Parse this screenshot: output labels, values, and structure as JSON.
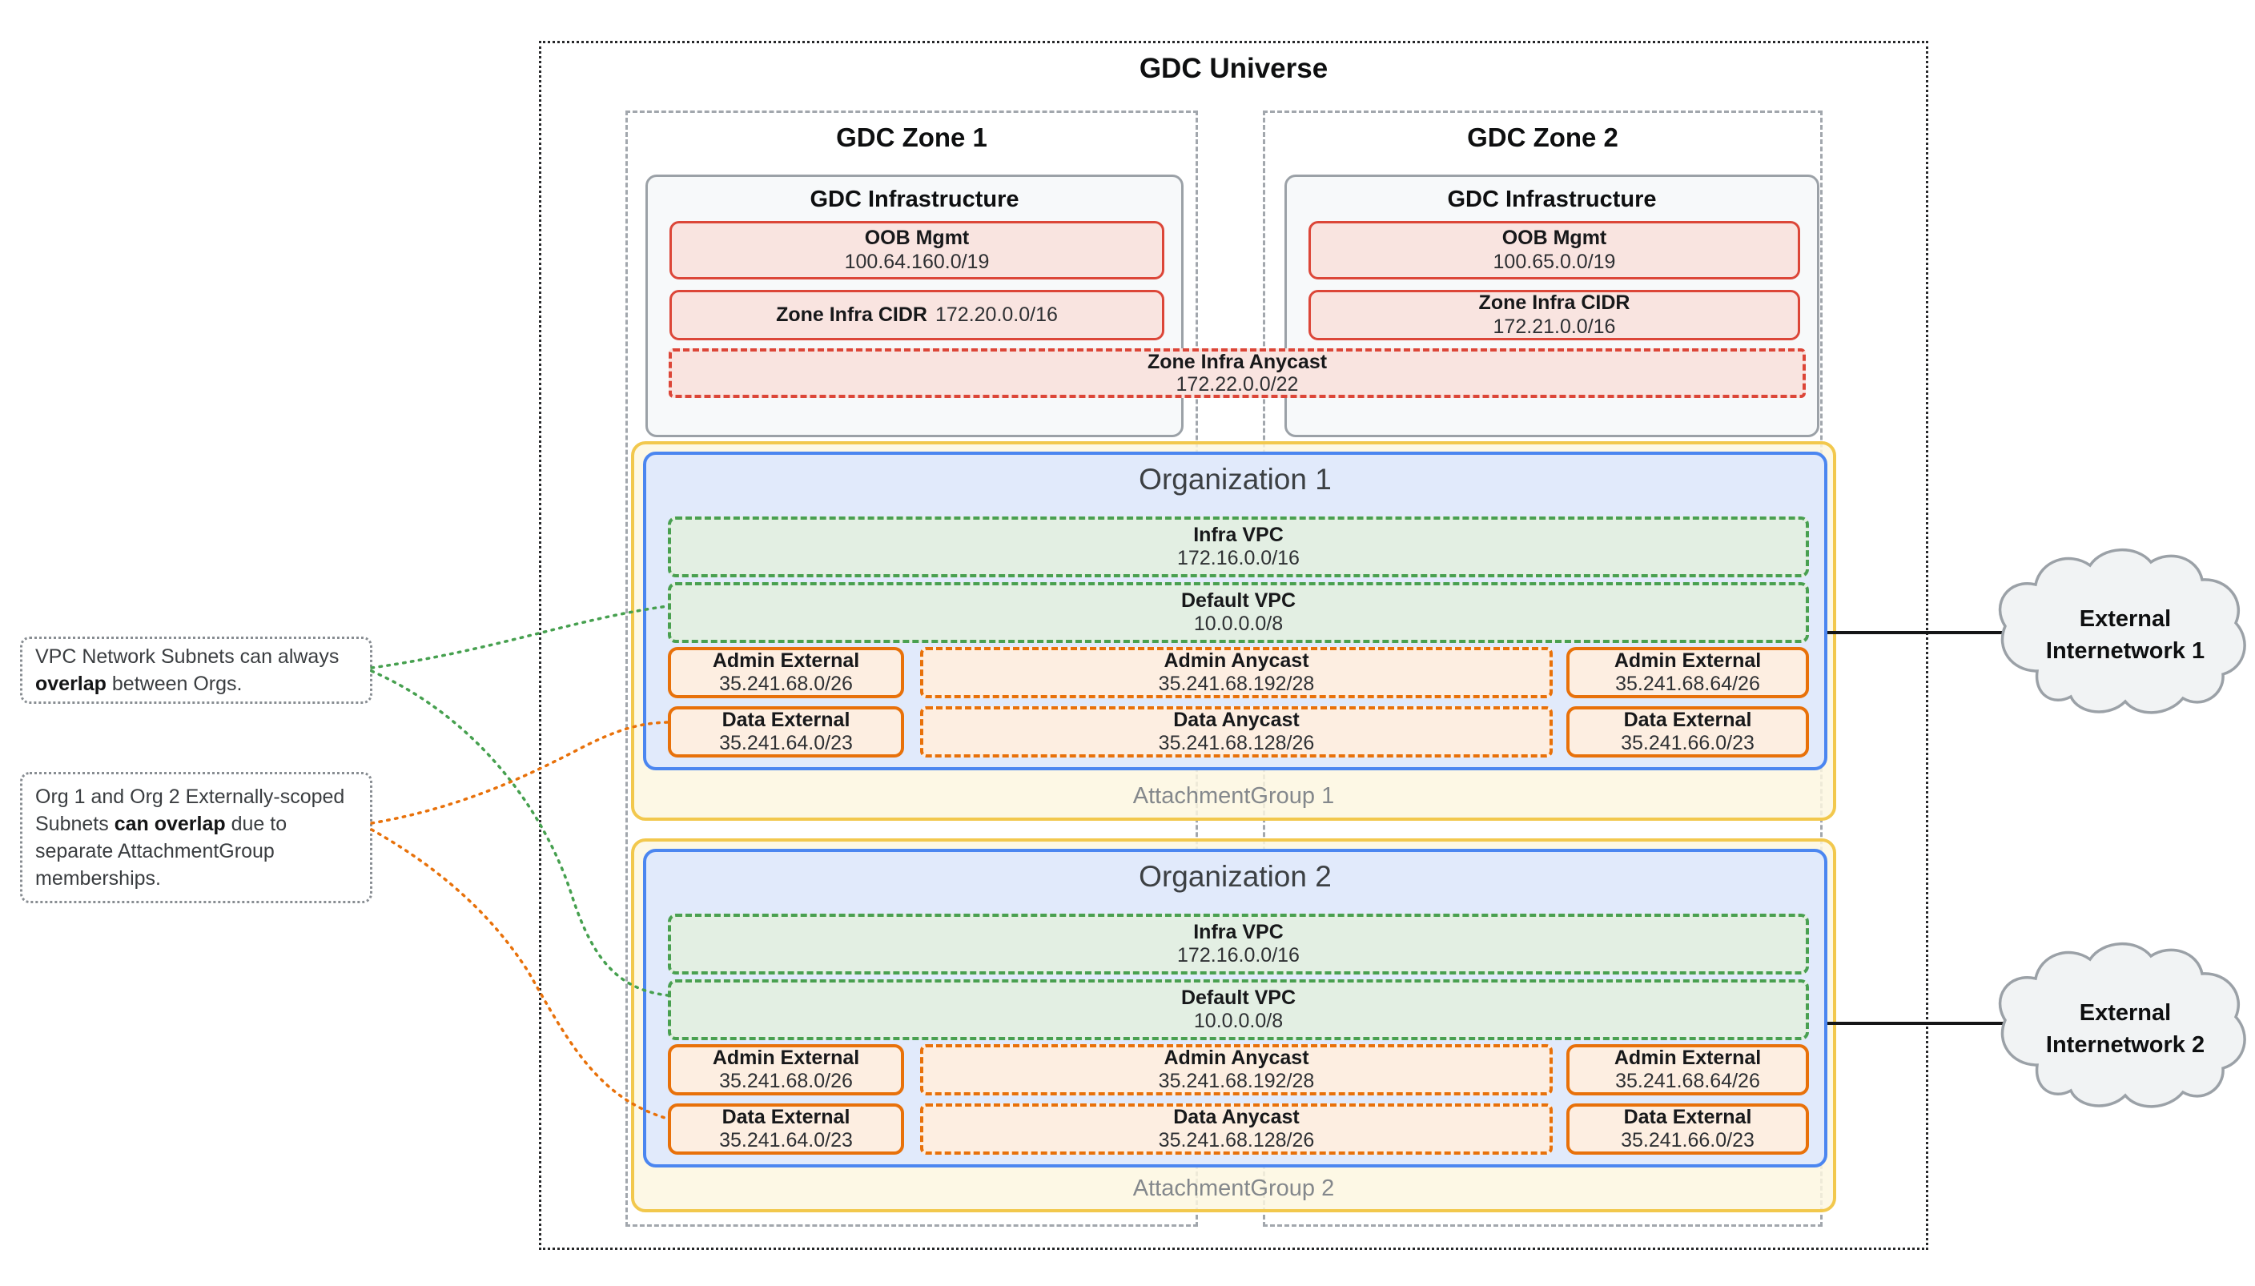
{
  "universe": {
    "title": "GDC Universe"
  },
  "zones": [
    {
      "title": "GDC Zone 1",
      "infrastructure": {
        "title": "GDC Infrastructure",
        "oob_mgmt": {
          "label": "OOB Mgmt",
          "cidr": "100.64.160.0/19"
        },
        "zone_infra_cidr": {
          "label": "Zone Infra CIDR",
          "cidr": "172.20.0.0/16"
        }
      }
    },
    {
      "title": "GDC Zone 2",
      "infrastructure": {
        "title": "GDC Infrastructure",
        "oob_mgmt": {
          "label": "OOB Mgmt",
          "cidr": "100.65.0.0/19"
        },
        "zone_infra_cidr": {
          "label": "Zone Infra CIDR",
          "cidr": "172.21.0.0/16"
        }
      }
    }
  ],
  "zone_infra_anycast": {
    "label": "Zone Infra Anycast",
    "cidr": "172.22.0.0/22"
  },
  "attachment_groups": [
    {
      "label": "AttachmentGroup 1",
      "organization": {
        "title": "Organization 1",
        "infra_vpc": {
          "label": "Infra VPC",
          "cidr": "172.16.0.0/16"
        },
        "default_vpc": {
          "label": "Default VPC",
          "cidr": "10.0.0.0/8"
        },
        "subnets": [
          {
            "label": "Admin External",
            "cidr": "35.241.68.0/26",
            "style": "solid"
          },
          {
            "label": "Admin Anycast",
            "cidr": "35.241.68.192/28",
            "style": "dashed"
          },
          {
            "label": "Admin External",
            "cidr": "35.241.68.64/26",
            "style": "solid"
          },
          {
            "label": "Data External",
            "cidr": "35.241.64.0/23",
            "style": "solid"
          },
          {
            "label": "Data Anycast",
            "cidr": "35.241.68.128/26",
            "style": "dashed"
          },
          {
            "label": "Data External",
            "cidr": "35.241.66.0/23",
            "style": "solid"
          }
        ]
      }
    },
    {
      "label": "AttachmentGroup 2",
      "organization": {
        "title": "Organization 2",
        "infra_vpc": {
          "label": "Infra VPC",
          "cidr": "172.16.0.0/16"
        },
        "default_vpc": {
          "label": "Default VPC",
          "cidr": "10.0.0.0/8"
        },
        "subnets": [
          {
            "label": "Admin External",
            "cidr": "35.241.68.0/26",
            "style": "solid"
          },
          {
            "label": "Admin Anycast",
            "cidr": "35.241.68.192/28",
            "style": "dashed"
          },
          {
            "label": "Admin External",
            "cidr": "35.241.68.64/26",
            "style": "solid"
          },
          {
            "label": "Data External",
            "cidr": "35.241.64.0/23",
            "style": "solid"
          },
          {
            "label": "Data Anycast",
            "cidr": "35.241.68.128/26",
            "style": "dashed"
          },
          {
            "label": "Data External",
            "cidr": "35.241.66.0/23",
            "style": "solid"
          }
        ]
      }
    }
  ],
  "annotations": [
    {
      "pre": "VPC Network Subnets can always ",
      "bold": "overlap",
      "post": " between Orgs."
    },
    {
      "pre": "Org 1 and Org 2 Externally-scoped Subnets ",
      "bold": "can overlap",
      "post": " due to separate AttachmentGroup memberships."
    }
  ],
  "external_networks": [
    {
      "label": "External Internetwork 1",
      "lines": [
        "External",
        "Internetwork 1"
      ]
    },
    {
      "label": "External Internetwork 2",
      "lines": [
        "External",
        "Internetwork 2"
      ]
    }
  ],
  "colors": {
    "red_border": "#dc4638",
    "red_bg": "#f9e4e0",
    "green_border": "#46a04f",
    "green_bg": "#e3efe3",
    "orange_border": "#e8710a",
    "orange_bg": "#fdeee1",
    "blue_border": "#4b86f0",
    "blue_bg": "#e1eafb",
    "yellow_border": "#f2c84d",
    "yellow_bg": "#fdf7e0",
    "gray_border": "#9ba1a7",
    "infra_bg": "#f7f9fa",
    "cloud_bg": "#f1f3f4"
  }
}
